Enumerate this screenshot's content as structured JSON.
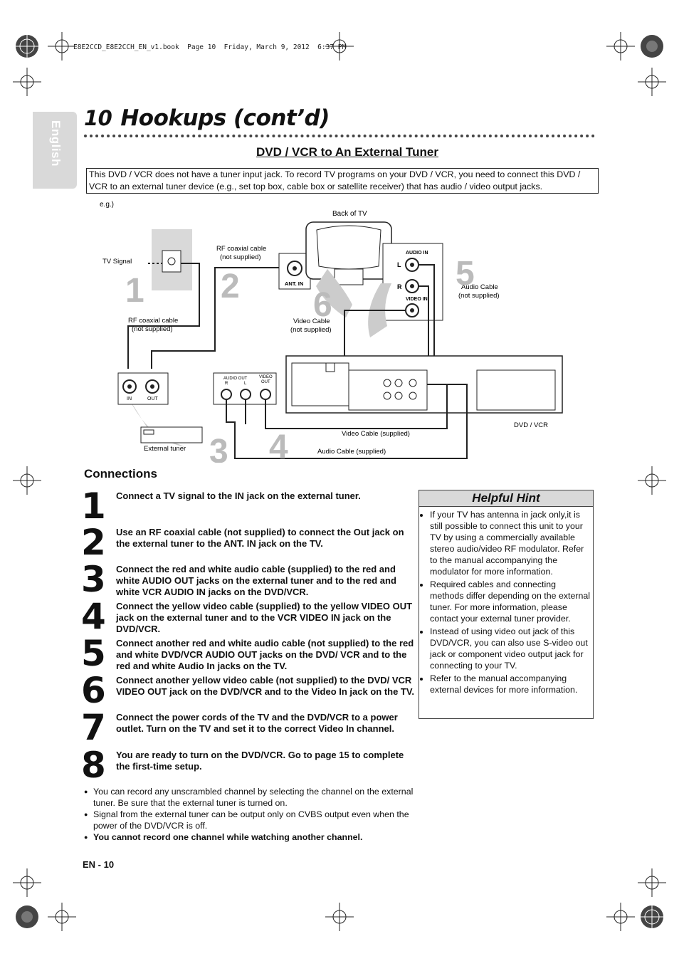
{
  "print_header": "E8E2CCD_E8E2CCH_EN_v1.book  Page 10  Friday, March 9, 2012  6:37 PM",
  "language_tab": "English",
  "section": {
    "number": "10",
    "title": "Hookups (cont’d)"
  },
  "subtitle": "DVD / VCR to An External Tuner",
  "intro": "This DVD / VCR does not have a tuner input jack. To record TV programs on your DVD / VCR, you need to connect this DVD / VCR to an external tuner device (e.g., set top box, cable box or satellite receiver) that has audio / video output jacks.",
  "diagram": {
    "eg": "e.g.)",
    "back_of_tv": "Back of TV",
    "tv_signal": "TV Signal",
    "rf_cable_a_1": "RF coaxial cable",
    "rf_cable_a_2": "(not supplied)",
    "rf_cable_b_1": "RF coaxial cable",
    "rf_cable_b_2": "(not supplied)",
    "ant_in": "ANT. IN",
    "audio_in": "AUDIO IN",
    "video_in": "VIDEO IN",
    "l": "L",
    "r": "R",
    "audio_cable_ns_1": "Audio Cable",
    "audio_cable_ns_2": "(not supplied)",
    "video_cable_ns_1": "Video Cable",
    "video_cable_ns_2": "(not supplied)",
    "tuner_in": "IN",
    "tuner_out": "OUT",
    "tuner_audio_out": "AUDIO OUT",
    "tuner_video_out": "VIDEO",
    "tuner_video_out2": "OUT",
    "tuner_r": "R",
    "tuner_l": "L",
    "external_tuner": "External tuner",
    "dvd_vcr": "DVD / VCR",
    "video_cable_s": "Video Cable (supplied)",
    "audio_cable_s": "Audio Cable (supplied)",
    "big1": "1",
    "big2": "2",
    "big3": "3",
    "big4": "4",
    "big5": "5",
    "big6": "6"
  },
  "connections_heading": "Connections",
  "steps": [
    {
      "num": "1",
      "text": "Connect a TV signal to the IN jack on the external tuner."
    },
    {
      "num": "2",
      "text": "Use an RF coaxial cable (not supplied) to connect the Out jack on the external tuner to the ANT. IN jack on the TV."
    },
    {
      "num": "3",
      "text": "Connect the red and white audio cable (supplied) to the red and white AUDIO OUT jacks on the external tuner and to the red and white VCR AUDIO IN jacks on the DVD/VCR."
    },
    {
      "num": "4",
      "text": "Connect the yellow video cable (supplied) to the yellow VIDEO OUT jack on the external tuner and to the VCR VIDEO IN jack on the DVD/VCR."
    },
    {
      "num": "5",
      "text": "Connect another red and white audio cable (not supplied) to the red and white DVD/VCR AUDIO OUT jacks on the DVD/ VCR and to the red and white Audio In jacks on the TV."
    },
    {
      "num": "6",
      "text": "Connect another yellow video cable (not supplied) to the DVD/ VCR VIDEO OUT jack on the DVD/VCR and to the Video In jack on the TV."
    },
    {
      "num": "7",
      "text": "Connect the power cords of the TV and the DVD/VCR to a power outlet. Turn on the TV and set it to the correct Video In channel."
    },
    {
      "num": "8",
      "text": "You are ready to turn on the DVD/VCR. Go to page 15 to complete the first-time setup."
    }
  ],
  "hint": {
    "title": "Helpful Hint",
    "items": [
      "If your TV has antenna in jack only,it is still possible to connect this unit to your TV by using a commercially available stereo audio/video RF modulator. Refer to the manual accompanying the modulator for more information.",
      "Required cables and connecting methods differ depending on the external tuner. For more information, please contact your external tuner provider.",
      "Instead of using video out jack of this DVD/VCR, you can also use S-video out jack or component video output jack for connecting to your TV.",
      "Refer to the manual accompanying external devices for more information."
    ]
  },
  "notes": [
    "You can record any unscrambled channel by selecting the channel on the external tuner. Be sure that the external tuner is turned on.",
    "Signal from the external tuner can be output only on CVBS output even when the power of the DVD/VCR is off.",
    "You cannot record one channel while watching another channel."
  ],
  "page_number": "EN - 10"
}
